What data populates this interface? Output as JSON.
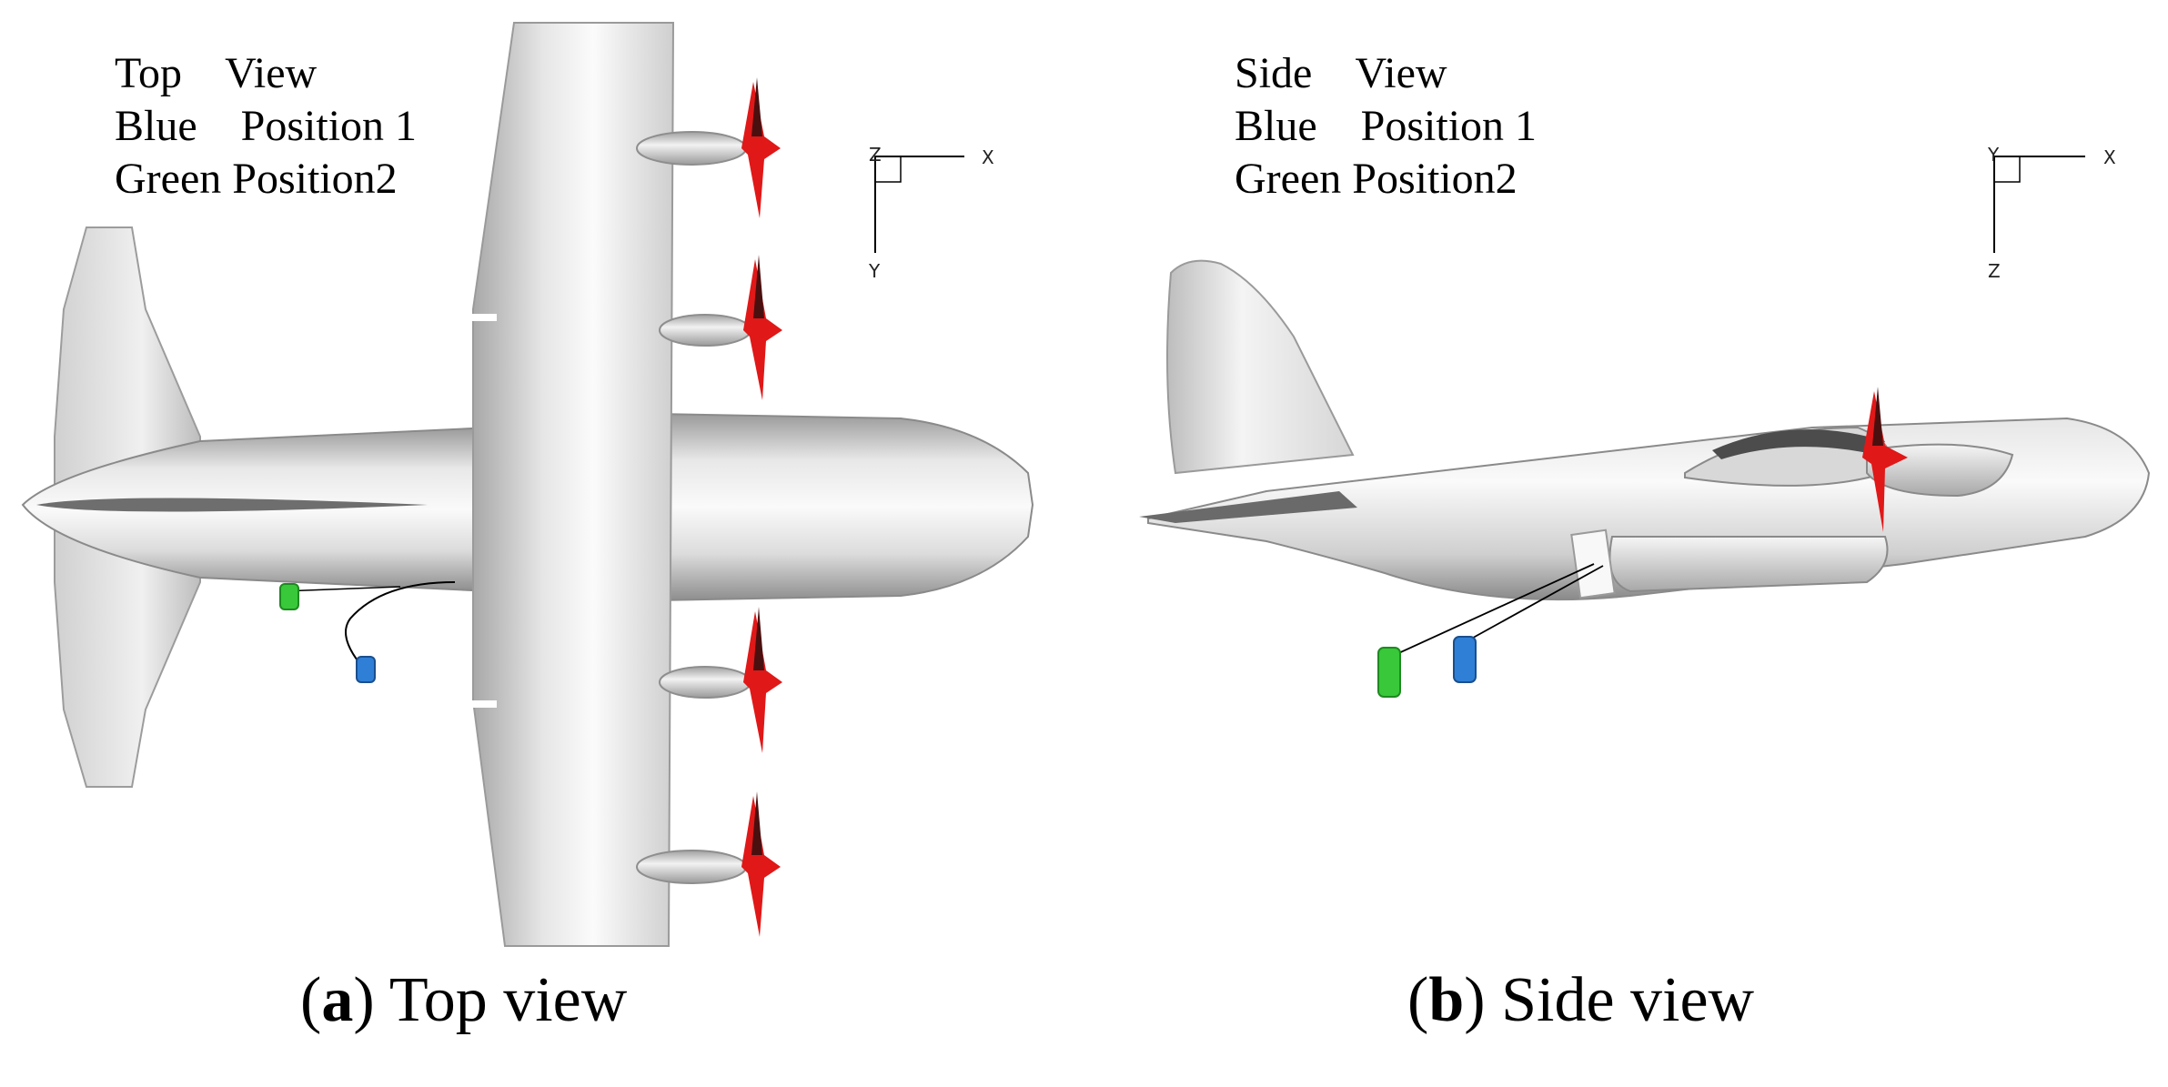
{
  "panels": [
    {
      "id": "a",
      "legend": [
        "Top    View",
        "Blue    Position 1",
        "Green Position2"
      ],
      "triad": {
        "horizontal": "X",
        "up": "Z",
        "down": "Y"
      },
      "caption": {
        "letter": "a",
        "text": " Top view"
      }
    },
    {
      "id": "b",
      "legend": [
        "Side    View",
        "Blue    Position 1",
        "Green Position2"
      ],
      "triad": {
        "horizontal": "X",
        "up": "Y",
        "down": "Z"
      },
      "caption": {
        "letter": "b",
        "text": " Side view"
      }
    }
  ],
  "colors": {
    "fuselage": "#c8c8c8",
    "propeller": "#e01818",
    "position1": "#2f7fd6",
    "position2": "#38c83a",
    "text": "#000000"
  }
}
